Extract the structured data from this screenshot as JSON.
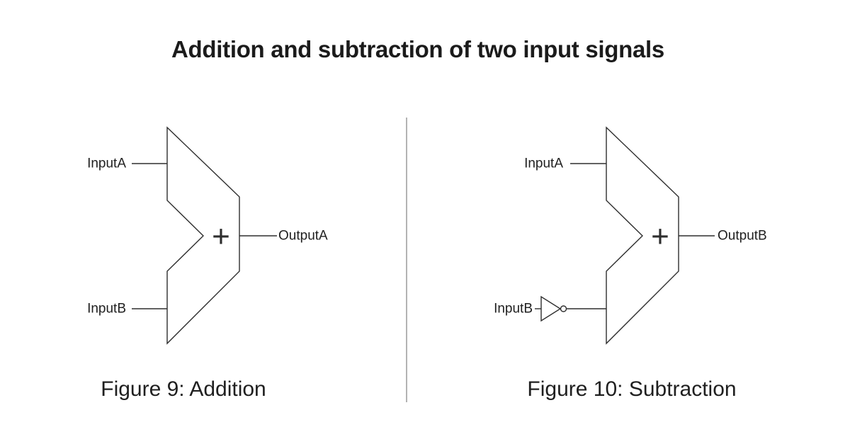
{
  "title": "Addition and subtraction of two input signals",
  "figures": [
    {
      "name": "addition",
      "caption": "Figure 9: Addition",
      "input_a_label": "InputA",
      "input_b_label": "InputB",
      "output_label": "OutputA",
      "operator": "+"
    },
    {
      "name": "subtraction",
      "caption": "Figure 10: Subtraction",
      "input_a_label": "InputA",
      "input_b_label": "InputB",
      "output_label": "OutputB",
      "operator": "+"
    }
  ],
  "colors": {
    "schematic_line": "#2e2e2e",
    "divider": "#b3b3b3",
    "text": "#1f1f1f"
  }
}
